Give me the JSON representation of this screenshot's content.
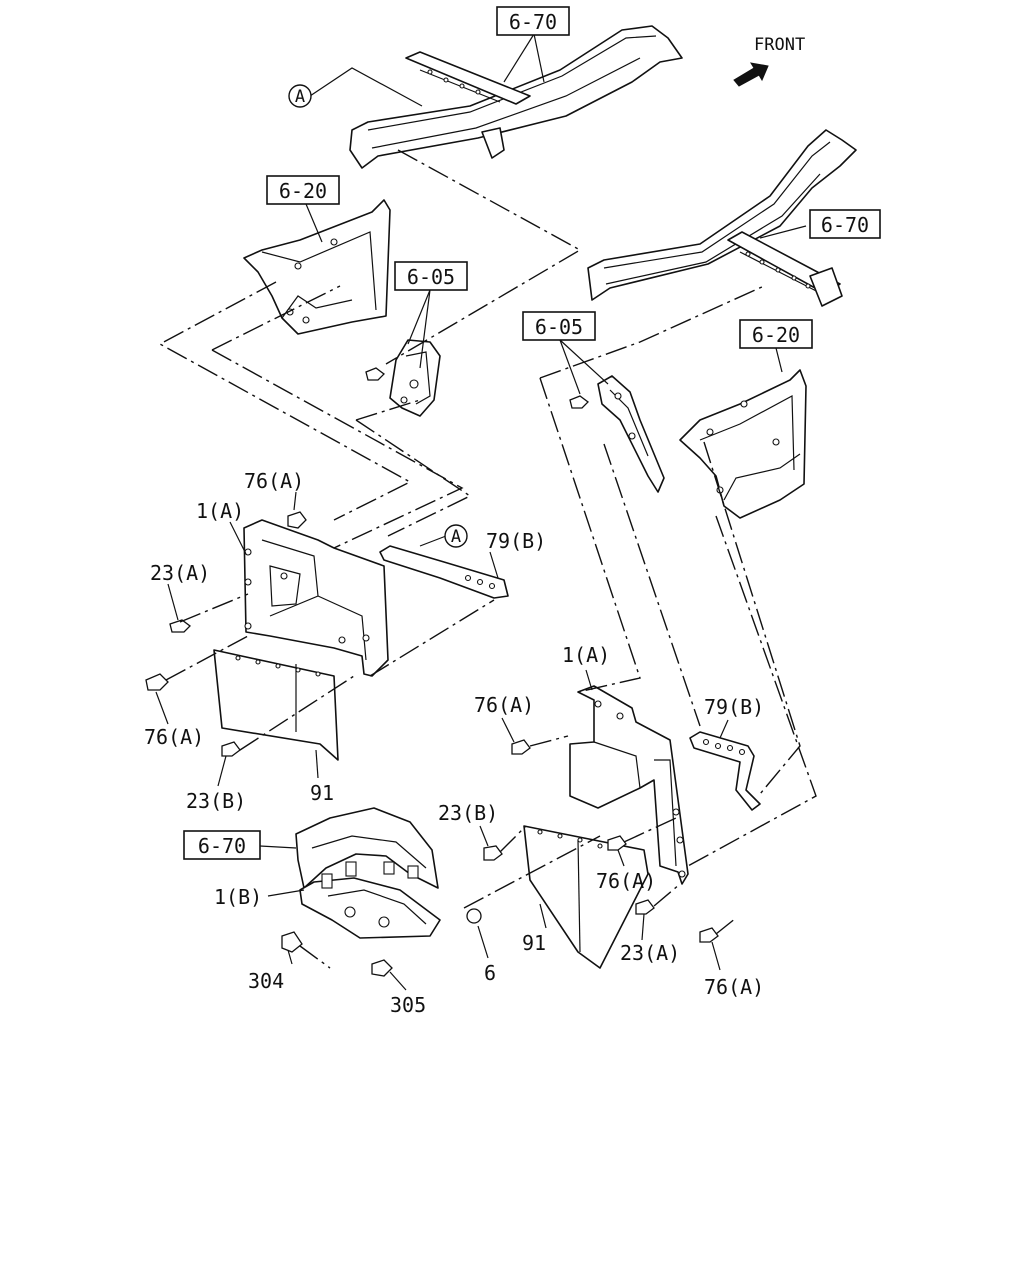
{
  "front_label": "FRONT",
  "callouts": {
    "ref_6_70_top": "6-70",
    "ref_6_70_right": "6-70",
    "ref_6_70_bottom": "6-70",
    "ref_6_20_left": "6-20",
    "ref_6_20_right": "6-20",
    "ref_6_05_left": "6-05",
    "ref_6_05_right": "6-05",
    "circle_a_top": "A",
    "circle_a_mid": "A"
  },
  "labels": {
    "l_76a_1": "76(A)",
    "l_1a_left": "1(A)",
    "l_23a_left": "23(A)",
    "l_79b_left": "79(B)",
    "l_76a_2": "76(A)",
    "l_23b_left": "23(B)",
    "l_91_left": "91",
    "l_1a_right": "1(A)",
    "l_76a_3": "76(A)",
    "l_79b_right": "79(B)",
    "l_23b_right": "23(B)",
    "l_76a_4": "76(A)",
    "l_1b": "1(B)",
    "l_91_right": "91",
    "l_23a_right": "23(A)",
    "l_76a_5": "76(A)",
    "l_304": "304",
    "l_305": "305",
    "l_6": "6"
  }
}
